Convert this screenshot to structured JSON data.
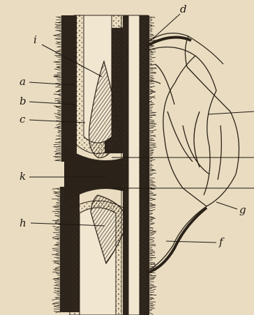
{
  "figure": {
    "labels": {
      "a": "a",
      "b": "b",
      "c": "c",
      "d": "d",
      "f": "f",
      "g": "g",
      "h": "h",
      "i": "i",
      "k": "k"
    }
  }
}
